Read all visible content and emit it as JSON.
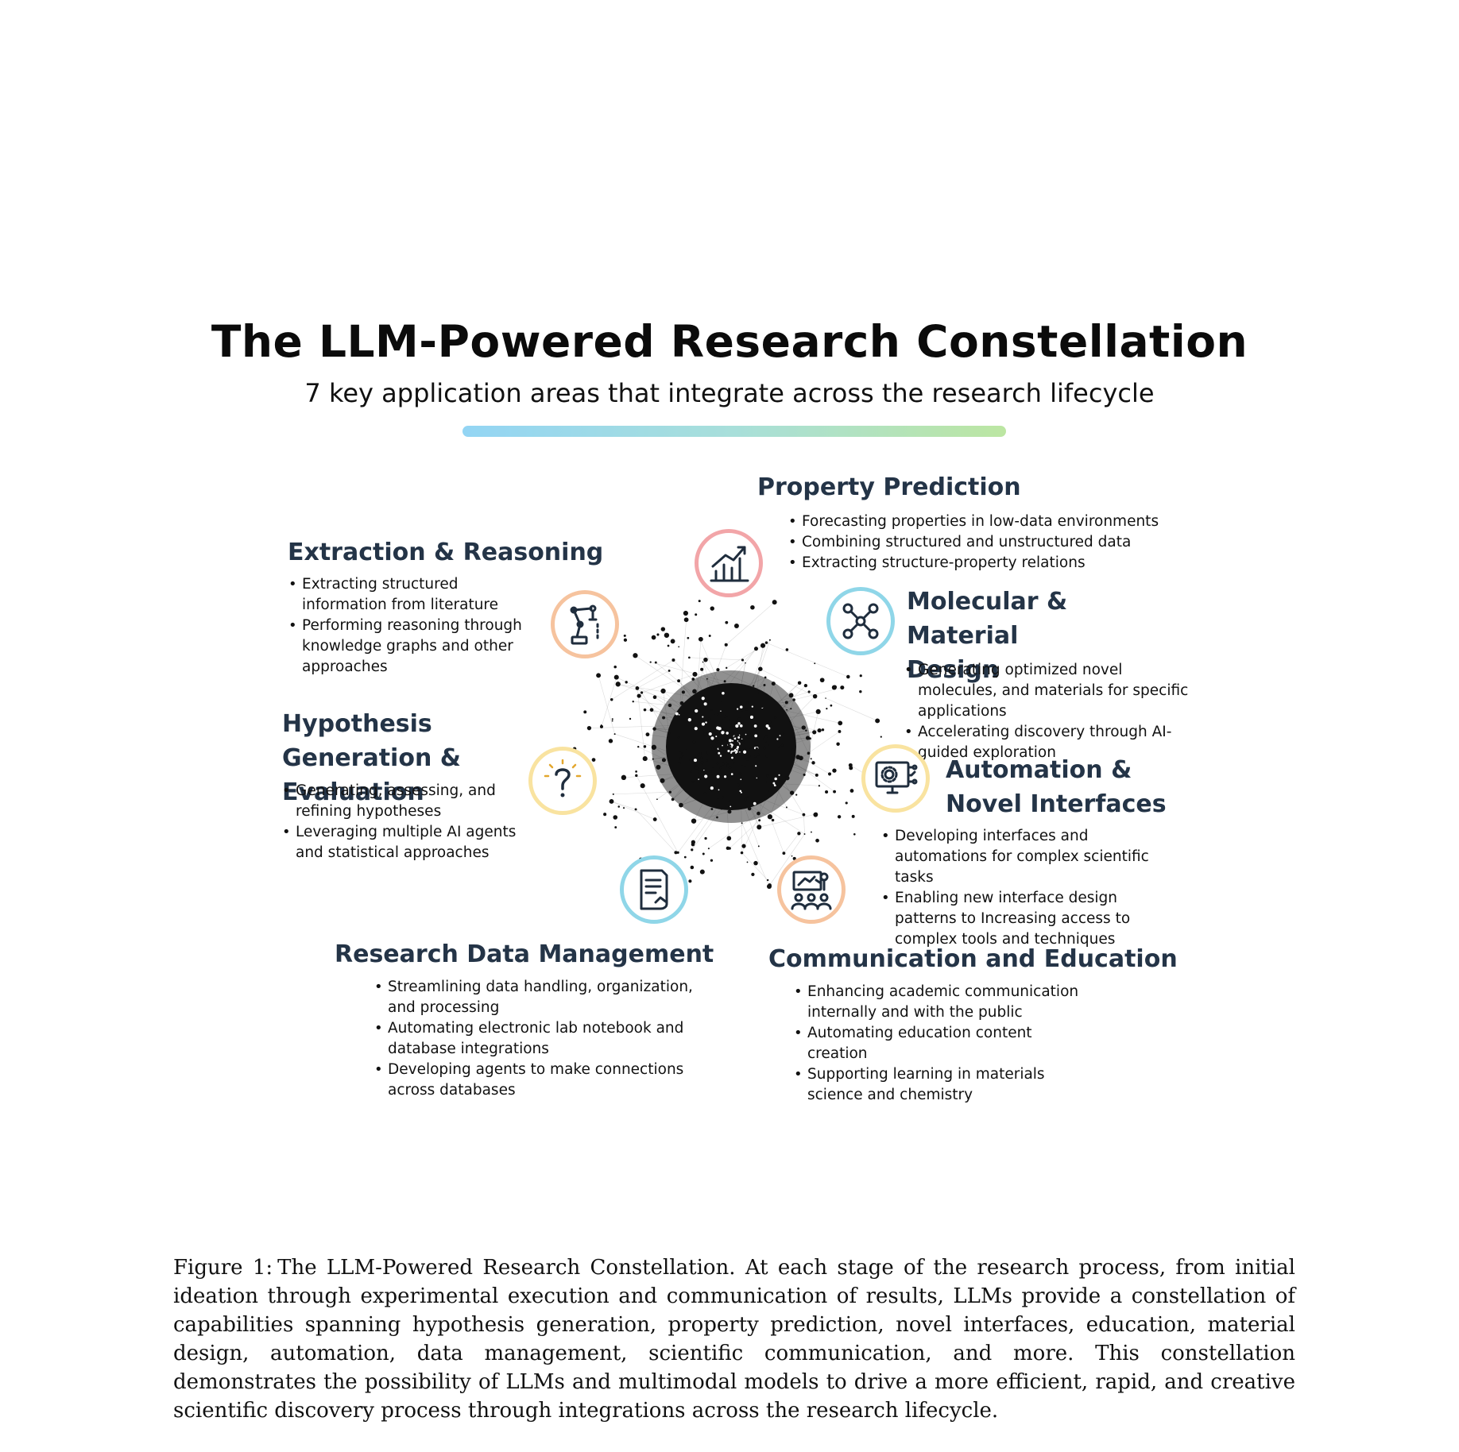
{
  "figure": {
    "title": "The LLM-Powered Research Constellation",
    "subtitle": "7 key application areas that integrate across the research lifecycle"
  },
  "colors": {
    "heading": "#243447",
    "ring_red": "#f2a5a8",
    "ring_blue": "#8fd6e8",
    "ring_orange": "#f6c39e",
    "ring_yellow": "#f9e3a0",
    "gradient_start": "#93d5f4",
    "gradient_end": "#bce6a2"
  },
  "areas": [
    {
      "heading": "Property Prediction",
      "icon": "chart-growth-icon",
      "bullets": [
        "Forecasting properties in low-data environments",
        "Combining structured and unstructured data",
        "Extracting structure-property relations"
      ]
    },
    {
      "heading": "Extraction & Reasoning",
      "icon": "robot-arm-icon",
      "bullets": [
        "Extracting structured information from literature",
        "Performing reasoning through knowledge graphs and other approaches"
      ]
    },
    {
      "heading": "Molecular & Material Design",
      "icon": "molecule-icon",
      "bullets": [
        "Generating optimized novel molecules, and materials for specific applications",
        "Accelerating discovery through AI-guided exploration"
      ]
    },
    {
      "heading": "Hypothesis Generation & Evaluation",
      "icon": "question-mark-icon",
      "bullets": [
        "Generating, assessing, and refining hypotheses",
        "Leveraging multiple AI agents and statistical approaches"
      ]
    },
    {
      "heading": "Automation & Novel Interfaces",
      "icon": "monitor-gear-icon",
      "bullets": [
        "Developing interfaces and automations for complex scientific tasks",
        "Enabling new interface design patterns to Increasing access to complex tools and techniques"
      ]
    },
    {
      "heading": "Research Data Management",
      "icon": "document-icon",
      "bullets": [
        "Streamlining data handling, organization, and processing",
        "Automating electronic lab notebook and database integrations",
        "Developing agents to make connections across databases"
      ]
    },
    {
      "heading": "Communication and Education",
      "icon": "presentation-audience-icon",
      "bullets": [
        "Enhancing academic communication internally and with the public",
        "Automating education content creation",
        "Supporting learning in materials science and chemistry"
      ]
    }
  ],
  "caption": {
    "label": "Figure 1:",
    "text": "The LLM-Powered Research Constellation. At each stage of the research process, from initial ideation through experimental execution and communication of results, LLMs provide a constellation of capabilities spanning hypothesis generation, property prediction, novel interfaces, education, material design, automation, data management, scientific communication, and more. This constellation demonstrates the possibility of LLMs and multimodal models to drive a more efficient, rapid, and creative scientific discovery process through integrations across the research lifecycle."
  }
}
